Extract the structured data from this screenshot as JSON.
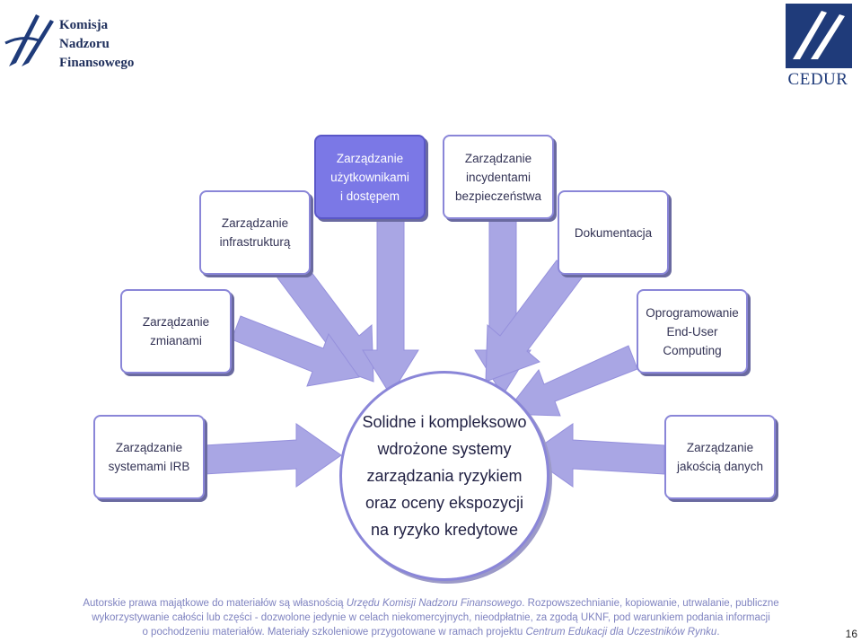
{
  "logos": {
    "knf": {
      "lines": [
        "Komisja",
        "Nadzoru",
        "Finansowego"
      ]
    },
    "cedur": {
      "label": "CEDUR"
    }
  },
  "diagram": {
    "center": {
      "lines": [
        "Solidne i kompleksowo",
        "wdrożone systemy",
        "zarządzania ryzykiem",
        "oraz oceny ekspozycji",
        "na ryzyko kredytowe"
      ]
    },
    "nodes": [
      {
        "id": "infra",
        "lines": [
          "Zarządzanie",
          "infrastrukturą"
        ],
        "active": false
      },
      {
        "id": "users",
        "lines": [
          "Zarządzanie",
          "użytkownikami",
          "i dostępem"
        ],
        "active": true
      },
      {
        "id": "incidents",
        "lines": [
          "Zarządzanie",
          "incydentami",
          "bezpieczeństwa"
        ],
        "active": false
      },
      {
        "id": "docs",
        "lines": [
          "Dokumentacja"
        ],
        "active": false
      },
      {
        "id": "changes",
        "lines": [
          "Zarządzanie",
          "zmianami"
        ],
        "active": false
      },
      {
        "id": "euc",
        "lines": [
          "Oprogramowanie",
          "End-User",
          "Computing"
        ],
        "active": false
      },
      {
        "id": "irb",
        "lines": [
          "Zarządzanie",
          "systemami IRB"
        ],
        "active": false
      },
      {
        "id": "quality",
        "lines": [
          "Zarządzanie",
          "jakością danych"
        ],
        "active": false
      }
    ],
    "colors": {
      "arrow": "#a9a6e4",
      "border": "#8a86d8",
      "active_fill": "#7b78e6"
    }
  },
  "footer": {
    "line1_plain": "Autorskie prawa majątkowe do materiałów są własnością ",
    "line1_italic": "Urzędu Komisji Nadzoru Finansowego",
    "line1_rest": ". Rozpowszechnianie, kopiowanie, utrwalanie, publiczne",
    "line2": "wykorzystywanie całości lub części - dozwolone jedynie w celach niekomercyjnych, nieodpłatnie, za zgodą UKNF, pod warunkiem podania informacji",
    "line3_plain": "o pochodzeniu materiałów. Materiały szkoleniowe przygotowane w ramach projektu ",
    "line3_italic": "Centrum Edukacji dla Uczestników Rynku",
    "line3_rest": "."
  },
  "page_number": "16"
}
